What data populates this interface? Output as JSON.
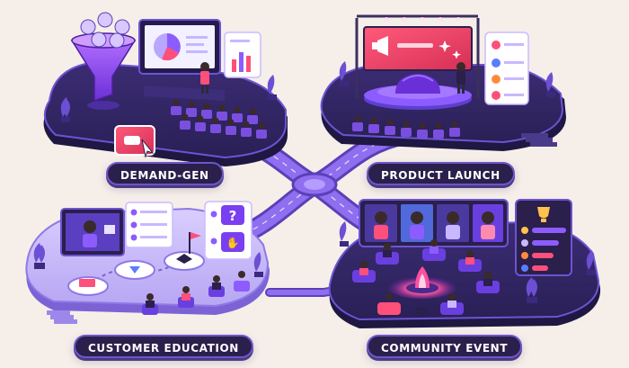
{
  "labels": {
    "demand_gen": "DEMAND-GEN",
    "product_launch": "PRODUCT LAUNCH",
    "customer_education": "CUSTOMER EDUCATION",
    "community_event": "COMMUNITY EVENT"
  },
  "icons": {
    "question": "?",
    "hand": "✋"
  },
  "colors": {
    "background": "#f6efe9",
    "platform": "#2b2250",
    "platform_edge": "#5a45b0",
    "accent_pink": "#ff4f7b",
    "accent_purple": "#8c5cff",
    "accent_light": "#c9b8ff"
  }
}
